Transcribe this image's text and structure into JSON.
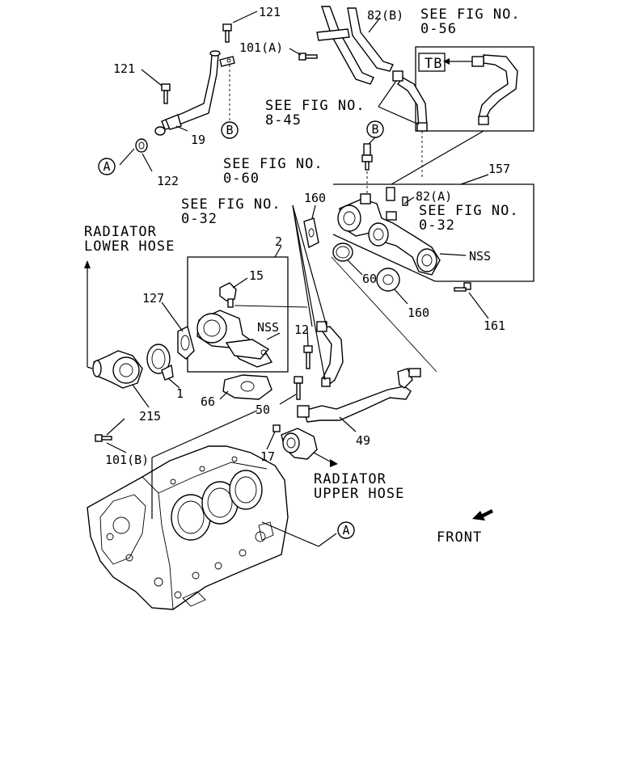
{
  "diagram": {
    "part_numbers": {
      "p121_top": "121",
      "p121_left": "121",
      "p82b": "82(B)",
      "p101a": "101(A)",
      "p19": "19",
      "p122": "122",
      "p157": "157",
      "p160_top": "160",
      "p82a": "82(A)",
      "p2": "2",
      "p15": "15",
      "p127": "127",
      "p12": "12",
      "p1": "1",
      "p215": "215",
      "p66": "66",
      "p50": "50",
      "p60": "60",
      "p160_bottom": "160",
      "p161": "161",
      "p49": "49",
      "p17": "17",
      "p101b": "101(B)"
    },
    "references": {
      "fig_056_line1": "SEE FIG NO.",
      "fig_056_line2": "0-56",
      "fig_845_line1": "SEE FIG NO.",
      "fig_845_line2": "8-45",
      "fig_060_line1": "SEE FIG NO.",
      "fig_060_line2": "0-60",
      "fig_032a_line1": "SEE FIG NO.",
      "fig_032a_line2": "0-32",
      "fig_032b_line1": "SEE FIG NO.",
      "fig_032b_line2": "0-32"
    },
    "callouts": {
      "tb": "TB",
      "nss_right": "NSS",
      "nss_center": "NSS",
      "marker_a_left": "A",
      "marker_a_bottom": "A",
      "marker_b_top": "B",
      "marker_b_mid": "B"
    },
    "annotations": {
      "rad_lower_1": "RADIATOR",
      "rad_lower_2": "LOWER HOSE",
      "rad_upper_1": "RADIATOR",
      "rad_upper_2": "UPPER HOSE",
      "front": "FRONT"
    }
  }
}
